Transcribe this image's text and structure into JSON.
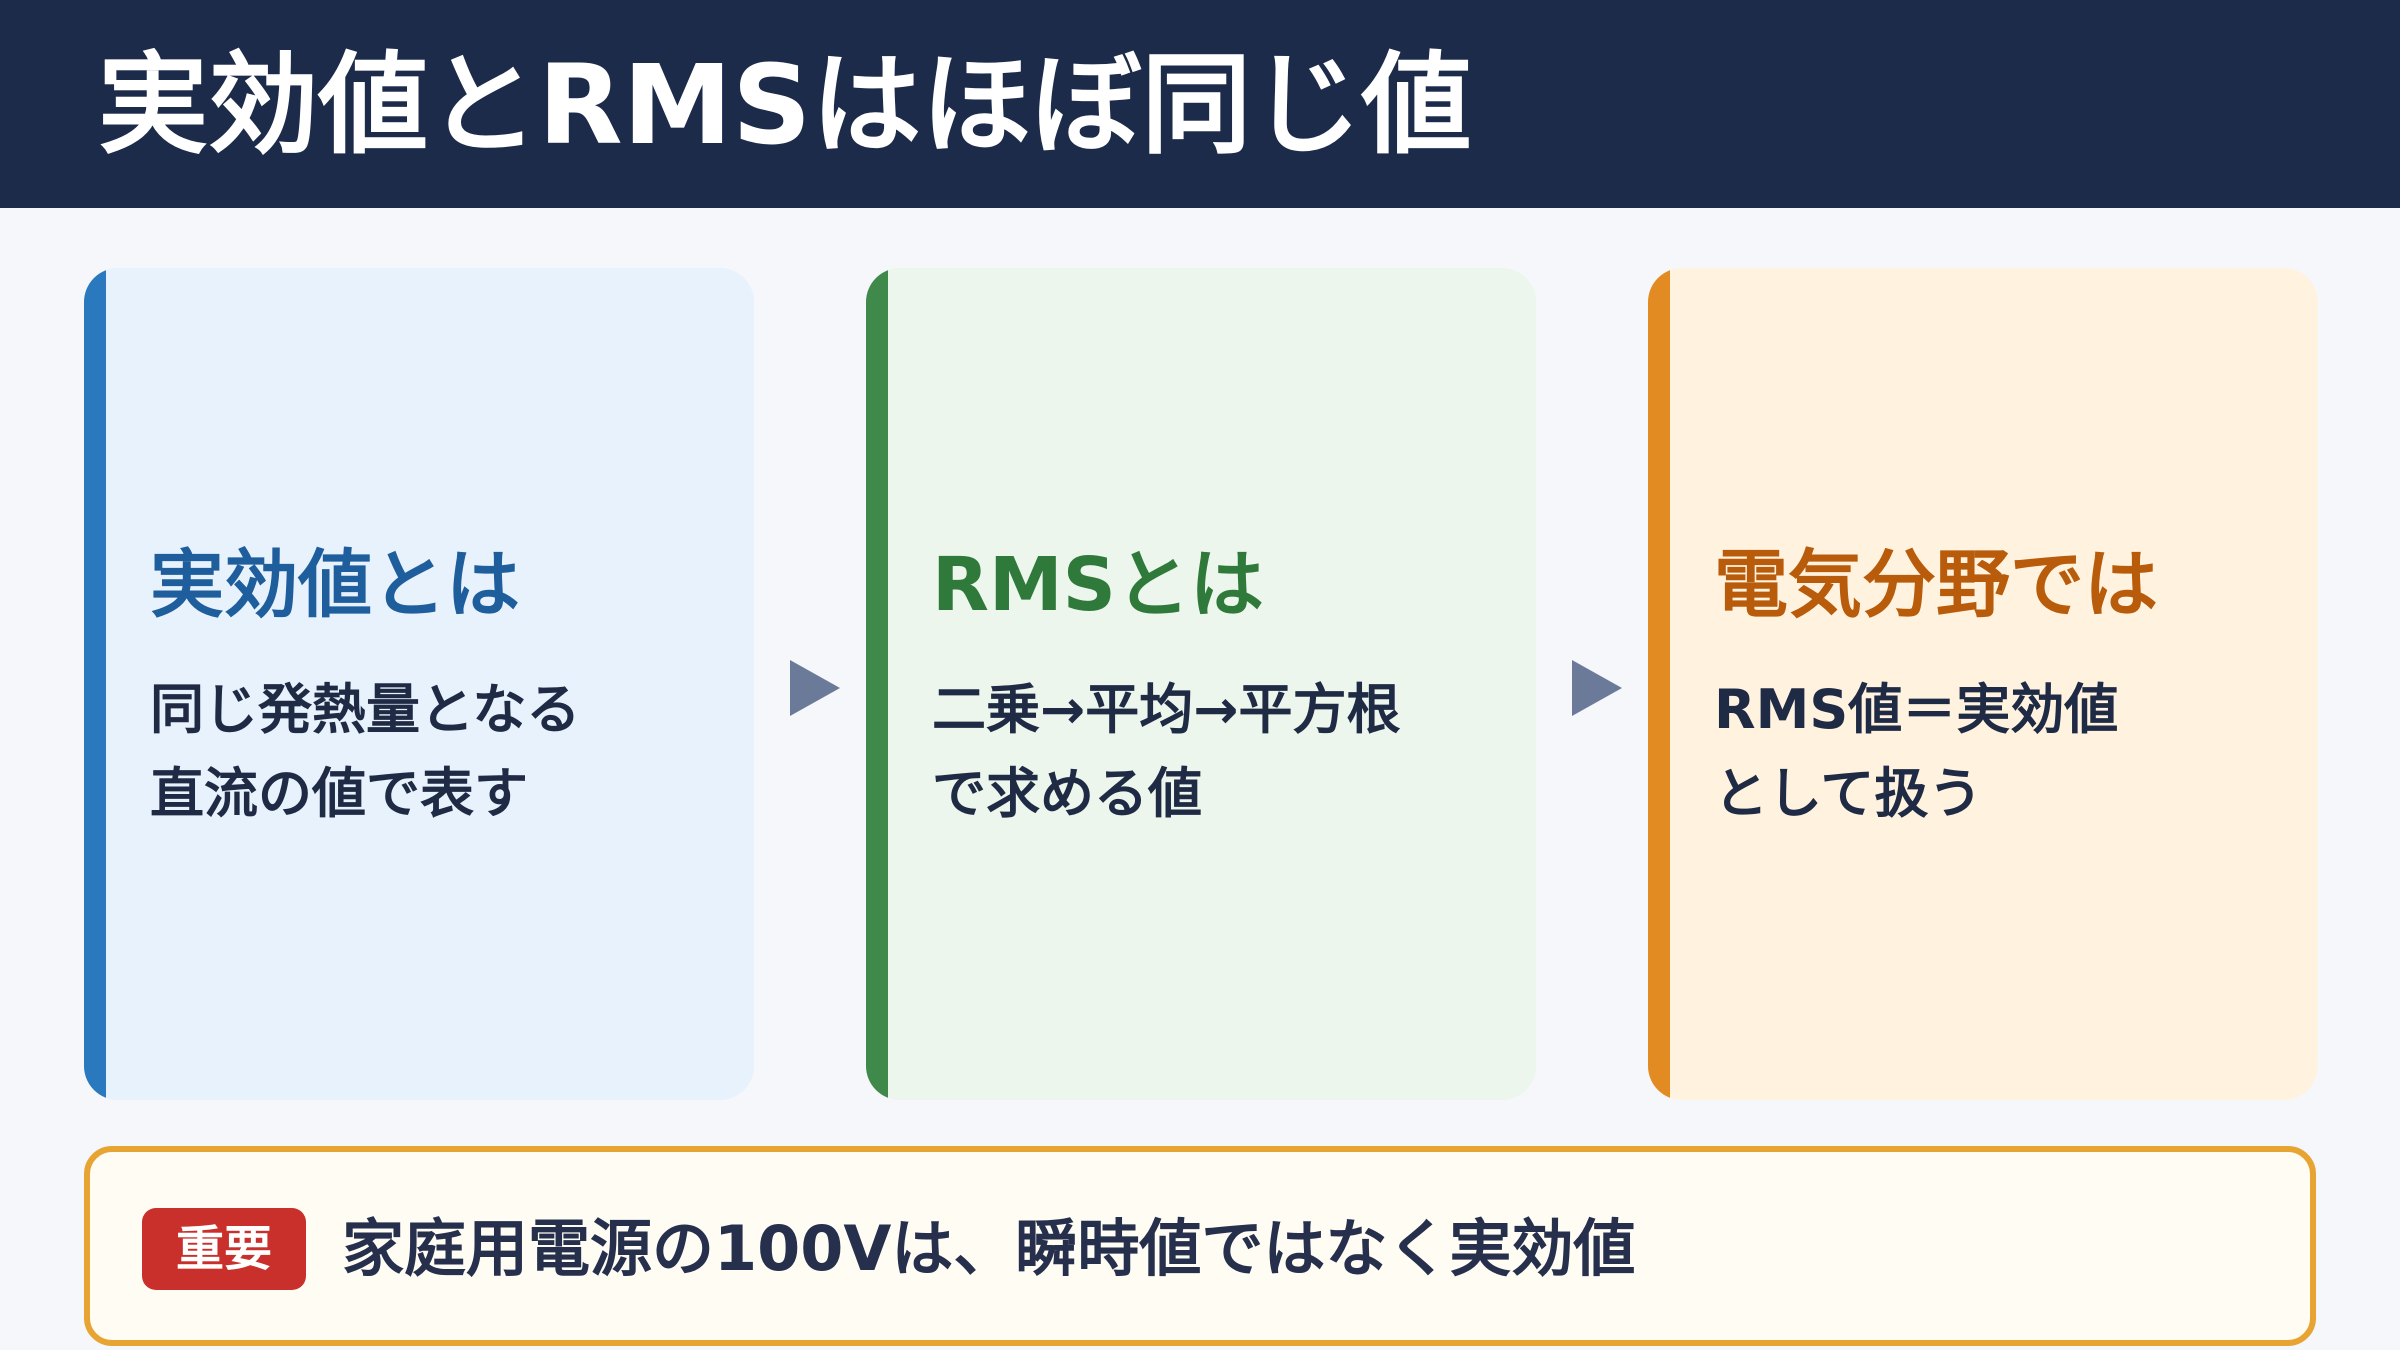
{
  "header": {
    "title": "実効値とRMSはほぼ同じ値"
  },
  "cards": [
    {
      "heading": "実効値とは",
      "lines": [
        "同じ発熱量となる",
        "直流の値で表す"
      ],
      "accent": "#2a78bd"
    },
    {
      "heading": "RMSとは",
      "lines": [
        "二乗→平均→平方根",
        "で求める値"
      ],
      "accent": "#3f8a4b"
    },
    {
      "heading": "電気分野では",
      "lines": [
        "RMS値＝実効値",
        "として扱う"
      ],
      "accent": "#e28b23"
    }
  ],
  "callout": {
    "badge": "重要",
    "text": "家庭用電源の100Vは、瞬時値ではなく実効値",
    "border_color": "#e8a432",
    "badge_color": "#c9302c"
  },
  "icons": {
    "flow_arrow": "triangle-right-icon"
  },
  "colors": {
    "header_bg": "#1d2b4b",
    "page_bg": "#f5f7fb"
  }
}
